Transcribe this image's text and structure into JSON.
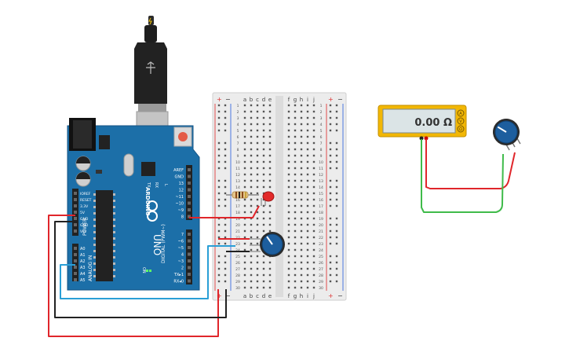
{
  "arduino": {
    "brand": "ARDUINO",
    "model": "UNO",
    "power_header_title": "POWER",
    "analog_header_title": "ANALOG IN",
    "digital_header_title": "DIGITAL (PWM~)",
    "power_pins": [
      "IOREF",
      "RESET",
      "3.3V",
      "5V",
      "GND",
      "GND",
      "Vin"
    ],
    "analog_pins": [
      "A0",
      "A1",
      "A2",
      "A3",
      "A4",
      "A5"
    ],
    "digital_top_pins": [
      "AREF",
      "GND",
      "13",
      "12",
      "~11",
      "~10",
      "~9",
      "8"
    ],
    "digital_bottom_pins": [
      "7",
      "~6",
      "~5",
      "4",
      "~3",
      "2",
      "TX▸1",
      "RX◂0"
    ],
    "tx_label": "TX",
    "rx_label": "RX",
    "on_label": "ON",
    "led_l_label": "L"
  },
  "breadboard": {
    "rail_plus": "+",
    "rail_minus": "−",
    "cols_left": [
      "a",
      "b",
      "c",
      "d",
      "e"
    ],
    "cols_right": [
      "f",
      "g",
      "h",
      "i",
      "j"
    ],
    "row_numbers": [
      "1",
      "2",
      "3",
      "4",
      "5",
      "6",
      "7",
      "8",
      "9",
      "10",
      "11",
      "12",
      "13",
      "14",
      "15",
      "16",
      "17",
      "18",
      "19",
      "20",
      "21",
      "22",
      "23",
      "24",
      "25",
      "26",
      "27",
      "28",
      "29",
      "30"
    ]
  },
  "multimeter": {
    "reading": "0.00 Ω",
    "mode_buttons": [
      "A",
      "V",
      "Ω"
    ]
  },
  "colors": {
    "arduino_board": "#1c6fa8",
    "wire_red": "#e0262b",
    "wire_black": "#222222",
    "wire_blue": "#2a9fd6",
    "wire_green": "#3fbb4a",
    "multimeter_body": "#f2b705",
    "pot_knob": "#1d5e9e"
  }
}
